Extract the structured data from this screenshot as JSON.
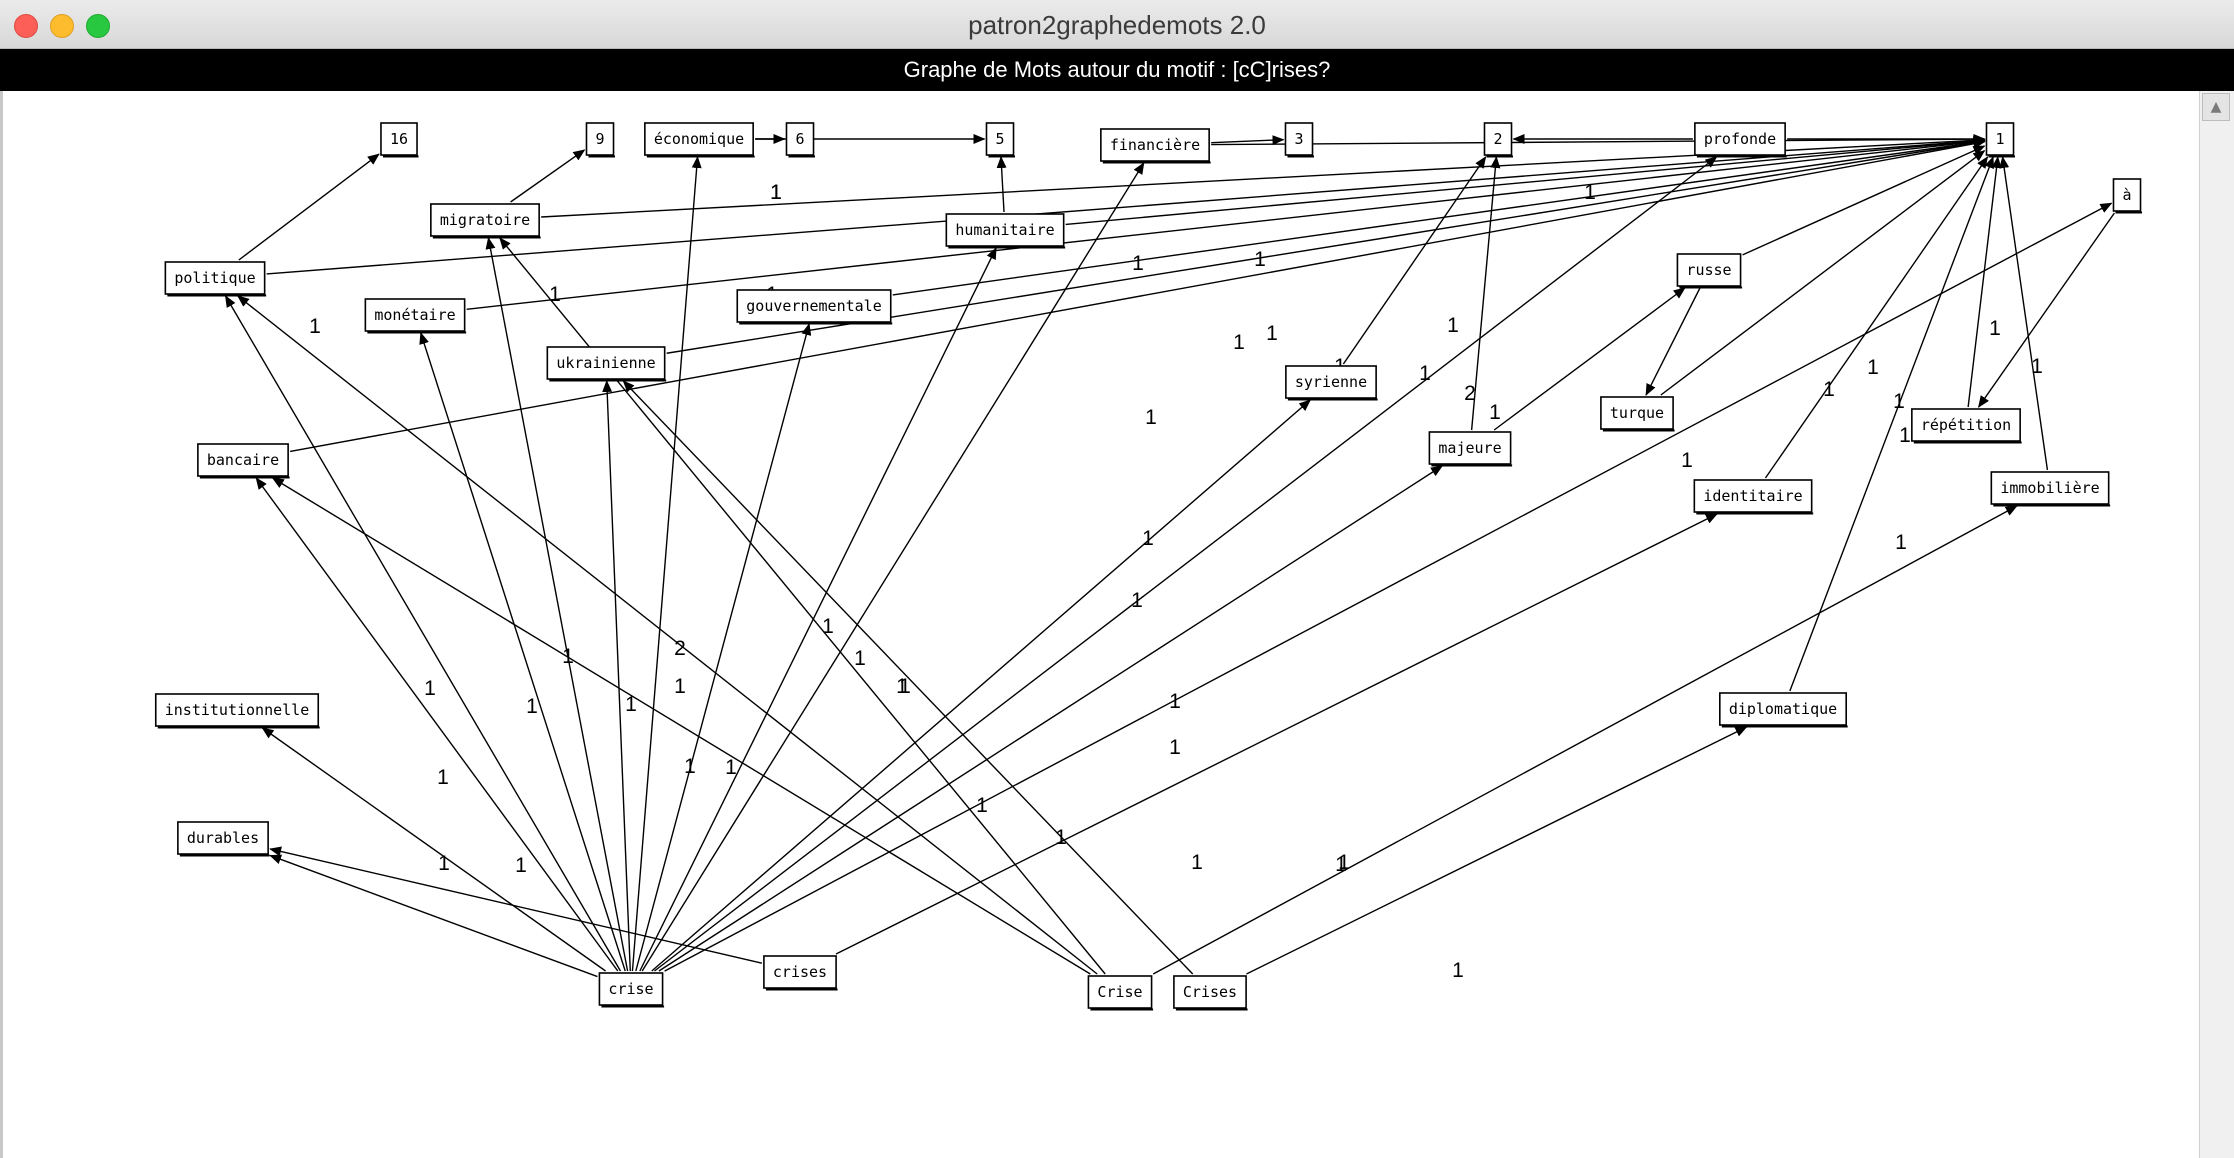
{
  "window": {
    "title": "patron2graphedemots 2.0",
    "traffic_lights": {
      "close": "#fc5f57",
      "minimize": "#fdbc2e",
      "maximize": "#28c840"
    }
  },
  "graph": {
    "header": "Graphe de Mots autour du motif : [cC]rises?",
    "nodes": [
      {
        "id": "crise",
        "label": "crise"
      },
      {
        "id": "crises",
        "label": "crises"
      },
      {
        "id": "Crise",
        "label": "Crise"
      },
      {
        "id": "Crises",
        "label": "Crises"
      },
      {
        "id": "n16",
        "label": "16"
      },
      {
        "id": "n9",
        "label": "9"
      },
      {
        "id": "economique",
        "label": "économique"
      },
      {
        "id": "n6",
        "label": "6"
      },
      {
        "id": "n5",
        "label": "5"
      },
      {
        "id": "financiere",
        "label": "financière"
      },
      {
        "id": "n3",
        "label": "3"
      },
      {
        "id": "n2",
        "label": "2"
      },
      {
        "id": "profonde",
        "label": "profonde"
      },
      {
        "id": "n1",
        "label": "1"
      },
      {
        "id": "a",
        "label": "à"
      },
      {
        "id": "migratoire",
        "label": "migratoire"
      },
      {
        "id": "humanitaire",
        "label": "humanitaire"
      },
      {
        "id": "politique",
        "label": "politique"
      },
      {
        "id": "monetaire",
        "label": "monétaire"
      },
      {
        "id": "gouvernementale",
        "label": "gouvernementale"
      },
      {
        "id": "ukrainienne",
        "label": "ukrainienne"
      },
      {
        "id": "russe",
        "label": "russe"
      },
      {
        "id": "syrienne",
        "label": "syrienne"
      },
      {
        "id": "turque",
        "label": "turque"
      },
      {
        "id": "repetition",
        "label": "répétition"
      },
      {
        "id": "bancaire",
        "label": "bancaire"
      },
      {
        "id": "majeure",
        "label": "majeure"
      },
      {
        "id": "identitaire",
        "label": "identitaire"
      },
      {
        "id": "immobiliere",
        "label": "immobilière"
      },
      {
        "id": "institutionnelle",
        "label": "institutionnelle"
      },
      {
        "id": "diplomatique",
        "label": "diplomatique"
      },
      {
        "id": "durables",
        "label": "durables"
      }
    ],
    "edges": [
      {
        "from": "crise",
        "to": "politique"
      },
      {
        "from": "crise",
        "to": "monetaire"
      },
      {
        "from": "crise",
        "to": "migratoire"
      },
      {
        "from": "crise",
        "to": "ukrainienne"
      },
      {
        "from": "crise",
        "to": "economique"
      },
      {
        "from": "crise",
        "to": "gouvernementale"
      },
      {
        "from": "crise",
        "to": "humanitaire"
      },
      {
        "from": "crise",
        "to": "financiere"
      },
      {
        "from": "crise",
        "to": "syrienne"
      },
      {
        "from": "crise",
        "to": "majeure"
      },
      {
        "from": "crise",
        "to": "profonde"
      },
      {
        "from": "crise",
        "to": "bancaire"
      },
      {
        "from": "crise",
        "to": "institutionnelle"
      },
      {
        "from": "crise",
        "to": "durables"
      },
      {
        "from": "crise",
        "to": "a"
      },
      {
        "from": "crises",
        "to": "identitaire"
      },
      {
        "from": "crises",
        "to": "durables"
      },
      {
        "from": "Crise",
        "to": "immobiliere"
      },
      {
        "from": "Crise",
        "to": "politique"
      },
      {
        "from": "Crise",
        "to": "bancaire"
      },
      {
        "from": "Crise",
        "to": "migratoire"
      },
      {
        "from": "Crises",
        "to": "diplomatique"
      },
      {
        "from": "Crises",
        "to": "ukrainienne"
      },
      {
        "from": "politique",
        "to": "n16"
      },
      {
        "from": "migratoire",
        "to": "n9"
      },
      {
        "from": "migratoire",
        "to": "n1"
      },
      {
        "from": "economique",
        "to": "n6"
      },
      {
        "from": "economique",
        "to": "n5"
      },
      {
        "from": "humanitaire",
        "to": "n5"
      },
      {
        "from": "humanitaire",
        "to": "n1"
      },
      {
        "from": "financiere",
        "to": "n3"
      },
      {
        "from": "financiere",
        "to": "n1"
      },
      {
        "from": "profonde",
        "to": "n2"
      },
      {
        "from": "profonde",
        "to": "n1"
      },
      {
        "from": "politique",
        "to": "n1"
      },
      {
        "from": "monetaire",
        "to": "n1"
      },
      {
        "from": "gouvernementale",
        "to": "n1"
      },
      {
        "from": "ukrainienne",
        "to": "n1"
      },
      {
        "from": "bancaire",
        "to": "n1"
      },
      {
        "from": "syrienne",
        "to": "n2"
      },
      {
        "from": "majeure",
        "to": "n2"
      },
      {
        "from": "majeure",
        "to": "russe"
      },
      {
        "from": "russe",
        "to": "turque"
      },
      {
        "from": "turque",
        "to": "n1"
      },
      {
        "from": "russe",
        "to": "n1"
      },
      {
        "from": "repetition",
        "to": "n1"
      },
      {
        "from": "immobiliere",
        "to": "n1"
      },
      {
        "from": "identitaire",
        "to": "n1"
      },
      {
        "from": "diplomatique",
        "to": "n1"
      },
      {
        "from": "a",
        "to": "repetition"
      }
    ],
    "edge_labels": [
      "1",
      "1",
      "1",
      "1",
      "1",
      "1",
      "1",
      "1",
      "1",
      "1",
      "1",
      "1",
      "1",
      "1",
      "2",
      "1",
      "1",
      "1",
      "1",
      "1",
      "1",
      "1",
      "1",
      "1",
      "1",
      "1",
      "1",
      "1",
      "1",
      "2",
      "1",
      "1",
      "1",
      "1",
      "1",
      "1",
      "1",
      "1",
      "1",
      "1",
      "1",
      "1",
      "1",
      "1",
      "1",
      "1",
      "1",
      "1",
      "1"
    ]
  }
}
